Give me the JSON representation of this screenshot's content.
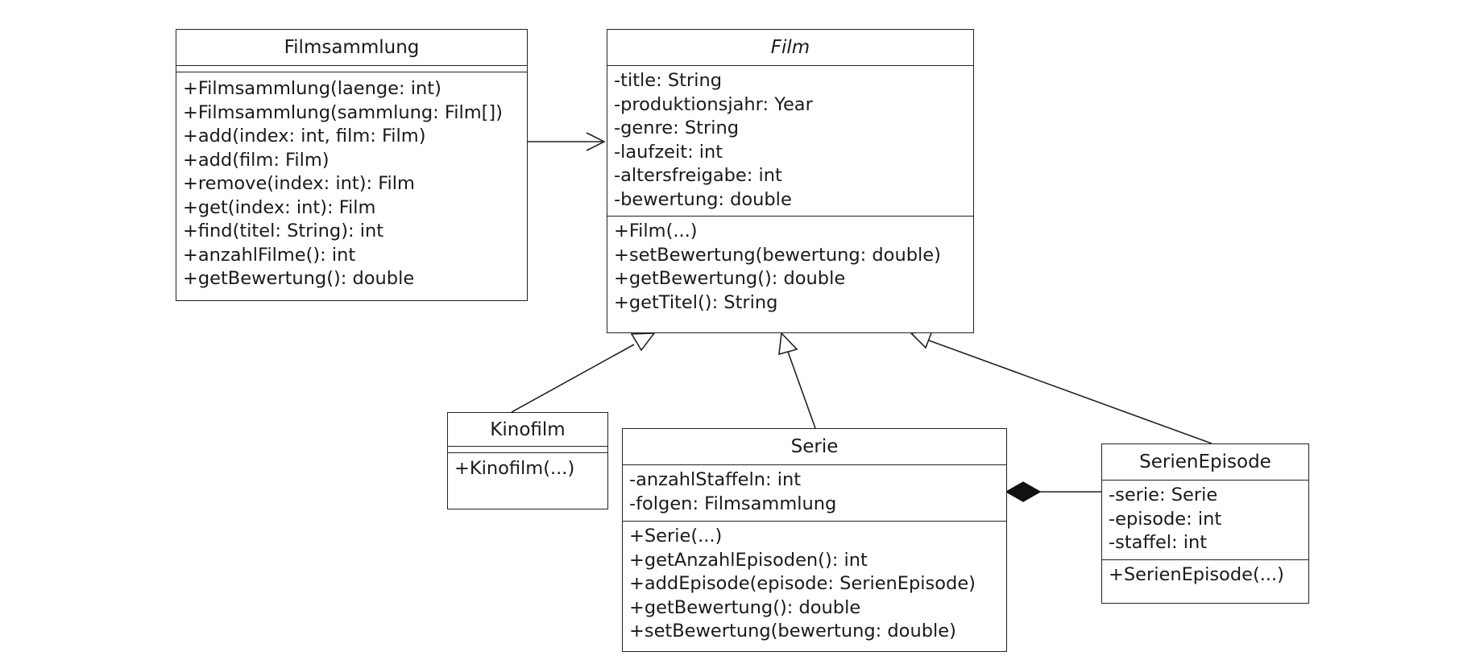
{
  "classes": {
    "filmsammlung": {
      "name": "Filmsammlung",
      "attributes": [],
      "methods": [
        "+Filmsammlung(laenge: int)",
        "+Filmsammlung(sammlung: Film[])",
        "+add(index: int, film: Film)",
        "+add(film: Film)",
        "+remove(index: int): Film",
        "+get(index: int): Film",
        "+find(titel: String): int",
        "+anzahlFilme(): int",
        "+getBewertung(): double"
      ]
    },
    "film": {
      "name": "Film",
      "abstract": true,
      "attributes": [
        "-title: String",
        "-produktionsjahr: Year",
        "-genre: String",
        "-laufzeit: int",
        "-altersfreigabe: int",
        "-bewertung: double"
      ],
      "methods": [
        "+Film(...)",
        "+setBewertung(bewertung: double)",
        "+getBewertung(): double",
        "+getTitel(): String"
      ]
    },
    "kinofilm": {
      "name": "Kinofilm",
      "attributes": [],
      "methods": [
        "+Kinofilm(...)"
      ]
    },
    "serie": {
      "name": "Serie",
      "attributes": [
        "-anzahlStaffeln: int",
        "-folgen: Filmsammlung"
      ],
      "methods": [
        "+Serie(...)",
        "+getAnzahlEpisoden(): int",
        "+addEpisode(episode: SerienEpisode)",
        "+getBewertung(): double",
        "+setBewertung(bewertung: double)"
      ]
    },
    "serienepisode": {
      "name": "SerienEpisode",
      "attributes": [
        "-serie: Serie",
        "-episode: int",
        "-staffel: int"
      ],
      "methods": [
        "+SerienEpisode(...)"
      ]
    }
  },
  "relations": [
    {
      "type": "association",
      "from": "Filmsammlung",
      "to": "Film"
    },
    {
      "type": "generalization",
      "from": "Kinofilm",
      "to": "Film"
    },
    {
      "type": "generalization",
      "from": "Serie",
      "to": "Film"
    },
    {
      "type": "generalization",
      "from": "SerienEpisode",
      "to": "Film"
    },
    {
      "type": "composition",
      "from": "SerienEpisode",
      "to": "Serie"
    }
  ]
}
